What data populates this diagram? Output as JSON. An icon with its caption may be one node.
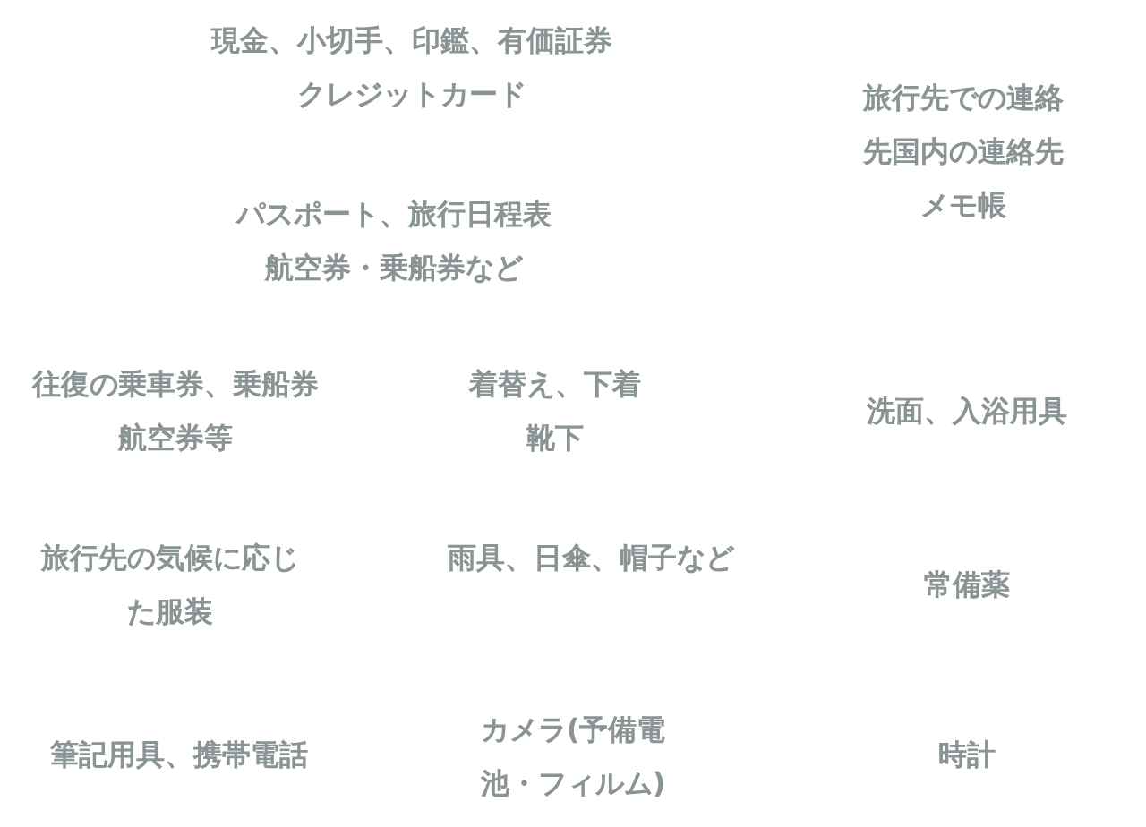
{
  "diagram": {
    "labels": [
      "現金、小切手、印鑑、有価証券クレジットカード",
      "旅行先での連絡先国内の連絡先メモ帳",
      "パスポート、旅行日程表航空券・乗船券など",
      "往復の乗車券、乗船券航空券等",
      "着替え、下着靴下",
      "洗面、入浴用具",
      "旅行先の気候に応じた服装",
      "雨具、日傘、帽子など",
      "常備薬",
      "筆記用具、携帯電話",
      "カメラ(予備電池・フィルム)",
      "時計"
    ]
  }
}
